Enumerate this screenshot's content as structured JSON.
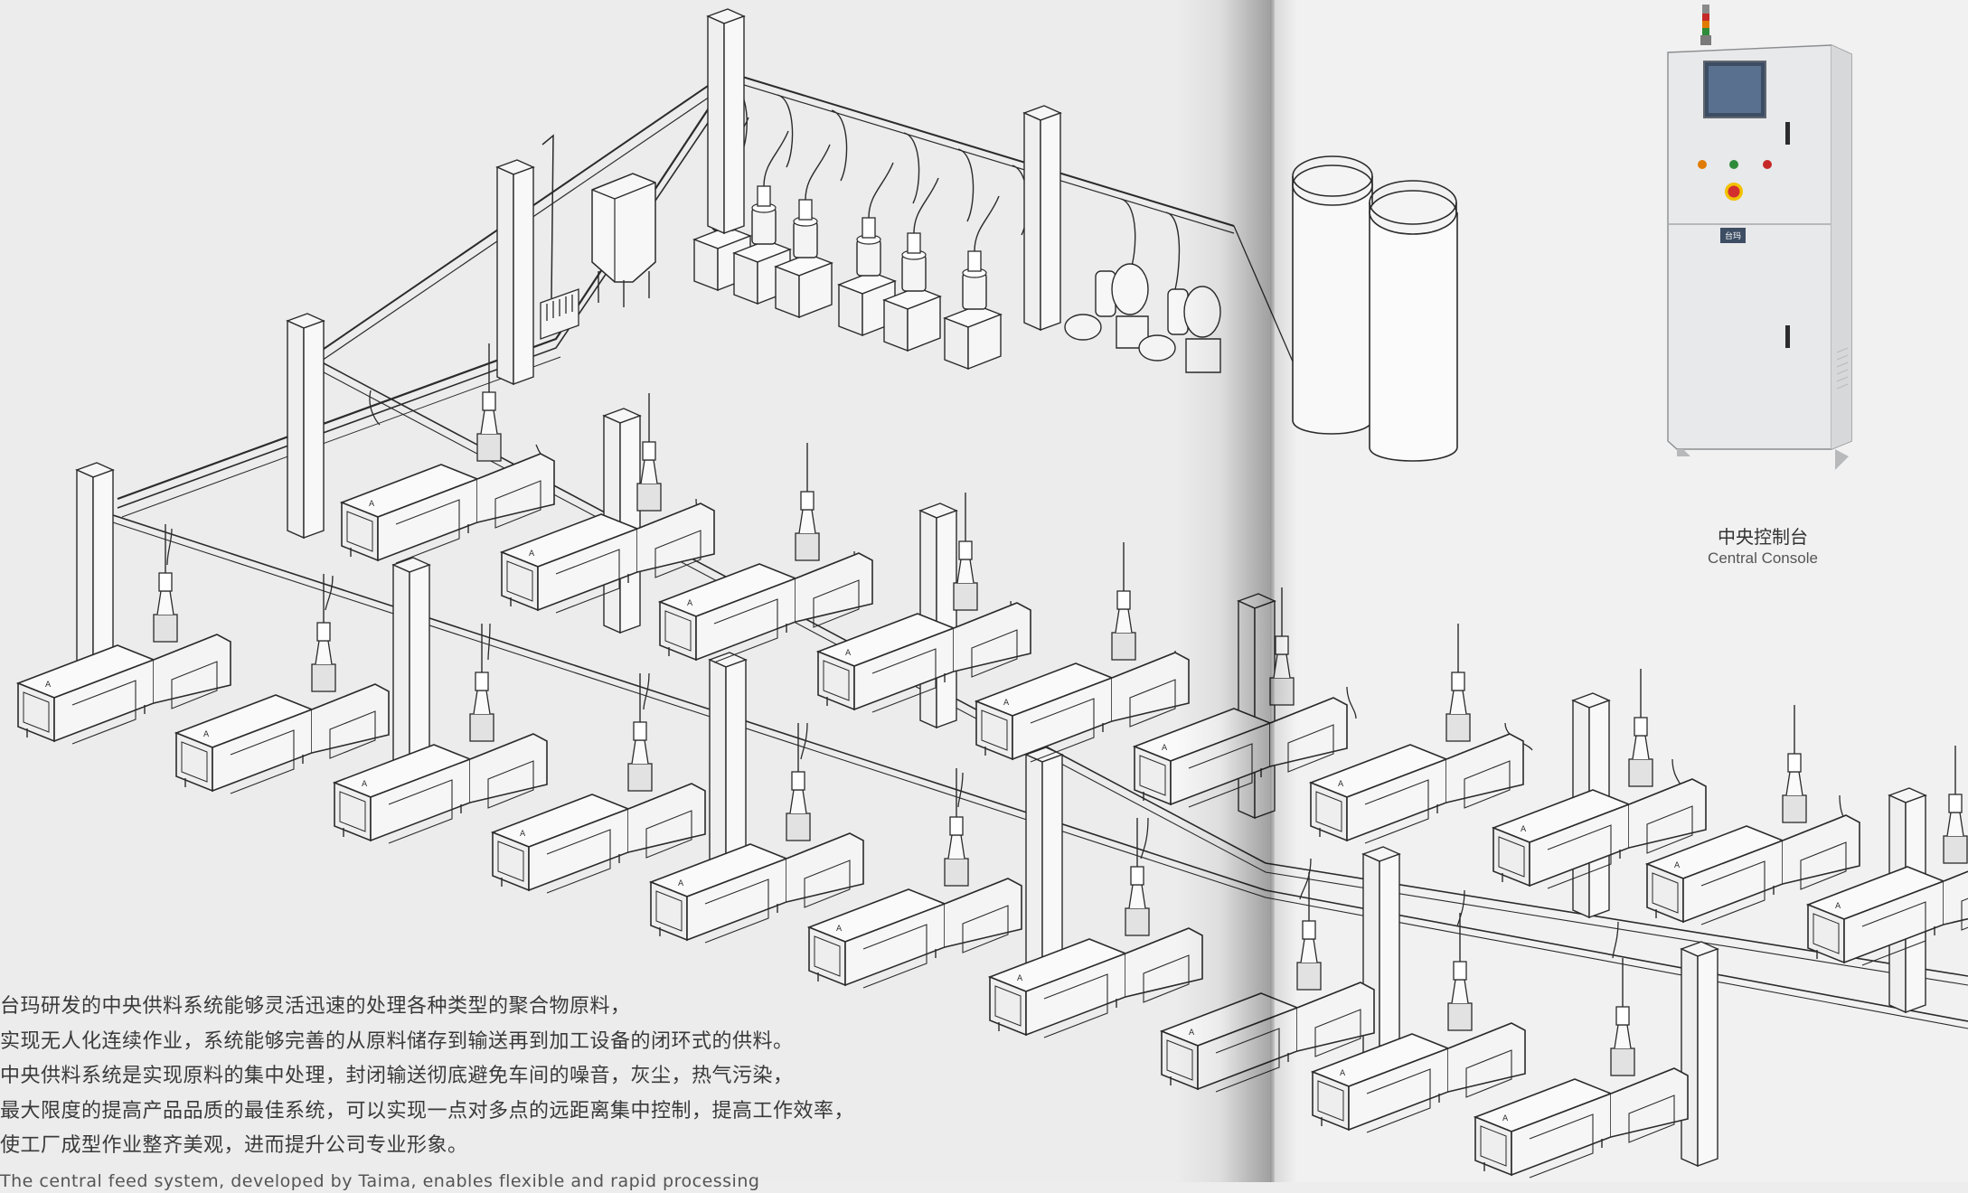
{
  "description": {
    "lines_cn": [
      "台玛研发的中央供料系统能够灵活迅速的处理各种类型的聚合物原料，",
      "实现无人化连续作业，系统能够完善的从原料储存到输送再到加工设备的闭环式的供料。",
      "中央供料系统是实现原料的集中处理，封闭输送彻底避免车间的噪音，灰尘，热气污染，",
      "最大限度的提高产品品质的最佳系统，可以实现一点对多点的远距离集中控制，提高工作效率，",
      "使工厂成型作业整齐美观，进而提升公司专业形象。"
    ],
    "line_en": "The central feed system, developed by Taima, enables flexible and rapid processing"
  },
  "console": {
    "caption_cn": "中央控制台",
    "caption_en": "Central Console",
    "brand": "台玛"
  },
  "colors": {
    "line": "#2b2b2b",
    "paper": "#ececec",
    "machine_fill": "#f7f7f7",
    "cabinet": "#e6e7e8",
    "screen": "#3d4d63",
    "lamp_red": "#c62828",
    "lamp_green": "#2e8b3a",
    "lamp_orange": "#e07b00",
    "estop": "#d32f2f",
    "estop_ring": "#f2c200"
  },
  "icons": [
    "injection-machine-icon",
    "storage-silo-icon",
    "dryer-hopper-icon",
    "vacuum-pump-icon",
    "column-icon",
    "control-cabinet-icon"
  ]
}
